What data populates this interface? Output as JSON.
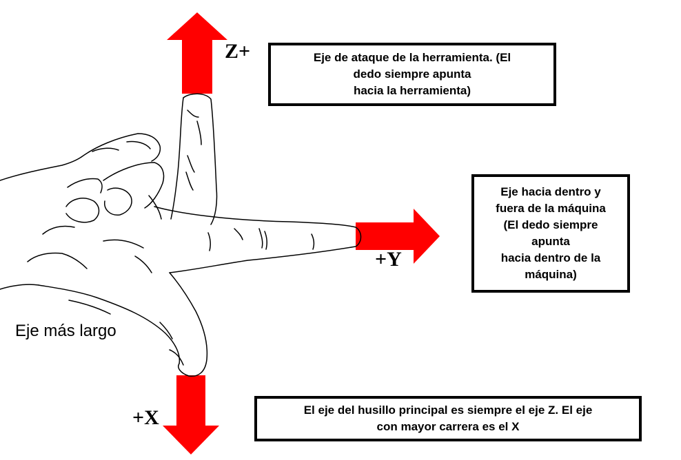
{
  "axes": {
    "z_label": "Z+",
    "y_label": "+Y",
    "x_label": "+X"
  },
  "arrow_color": "#ff0000",
  "boxes": {
    "z_box": {
      "lines": [
        "Eje de ataque de la herramienta. (El",
        "dedo siempre apunta",
        "hacia la herramienta)"
      ]
    },
    "y_box": {
      "lines": [
        "Eje hacia dentro y",
        "fuera de la máquina",
        "(El dedo siempre",
        "apunta",
        "hacia dentro de la",
        "máquina)"
      ]
    },
    "x_box": {
      "lines": [
        "El eje del husillo principal es siempre el eje Z. El eje",
        "con mayor carrera es el X"
      ]
    }
  },
  "thumb_label": "Eje más largo",
  "icons": {
    "hand": "right-hand-rule-icon",
    "z_arrow": "arrow-up-icon",
    "y_arrow": "arrow-right-icon",
    "x_arrow": "arrow-down-icon"
  }
}
